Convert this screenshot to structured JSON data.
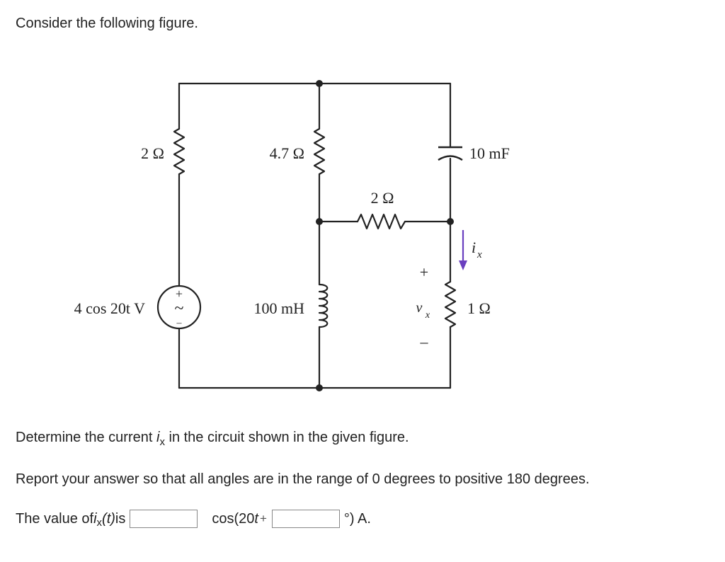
{
  "intro": "Consider the following figure.",
  "figure": {
    "r_left": "2 Ω",
    "r_mid": "4.7 Ω",
    "capacitor": "10 mF",
    "r_cross": "2 Ω",
    "current_i": "i",
    "current_sub": "x",
    "r_right": "1 Ω",
    "source": "4 cos 20t V",
    "inductor": "100 mH",
    "vx_plus": "+",
    "vx_v": "v",
    "vx_sub": "x",
    "vx_minus": "–",
    "src_plus": "+",
    "src_tilde": "~",
    "src_minus": "–"
  },
  "question": {
    "p1_pre": "Determine the current ",
    "p1_var": "i",
    "p1_sub": "x",
    "p1_post": " in the circuit shown in the given figure.",
    "p2": "Report your answer so that all angles are in the range of 0 degrees to positive 180 degrees."
  },
  "answer": {
    "pre": "The value of ",
    "var": "i",
    "sub": "x",
    "arg": "(t)",
    "is": " is",
    "cos_text": "cos(20",
    "t_var": "t",
    "plus": "+",
    "post": "°) A.",
    "magnitude_value": "",
    "angle_value": ""
  }
}
